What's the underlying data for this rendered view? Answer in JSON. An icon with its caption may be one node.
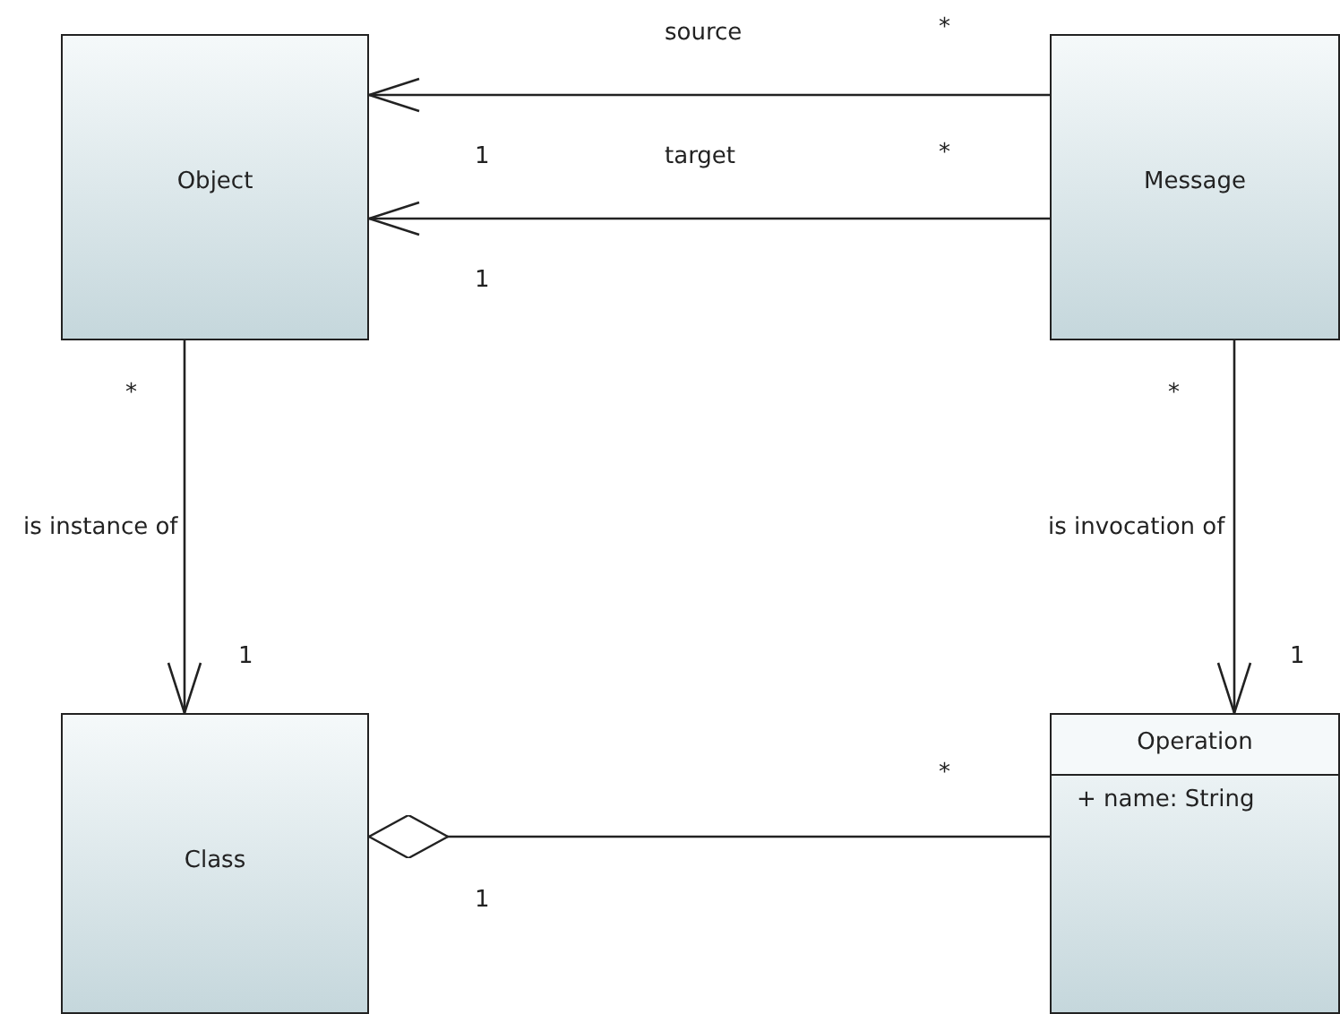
{
  "diagram": {
    "nodes": [
      {
        "text": [
          "Object"
        ]
      },
      {
        "text": [
          "Message"
        ]
      },
      {
        "text": [
          "Class"
        ]
      },
      {
        "text": [
          "Operation",
          "+ name: String"
        ]
      }
    ],
    "edges": [
      {
        "from": 1,
        "to": 0,
        "arrow": "to",
        "label": "source"
      },
      {
        "from": 1,
        "to": 0,
        "arrow": "to",
        "label": "target"
      },
      {
        "from": 0,
        "to": 2,
        "arrow": "to",
        "label": "is instance of"
      },
      {
        "from": 1,
        "to": 3,
        "arrow": "to",
        "label": "is invocation of"
      },
      {
        "from": 3,
        "to": 2,
        "arrow": "other"
      }
    ],
    "labels": [
      "*",
      "1",
      "*",
      "1",
      "*",
      "*",
      "1",
      "1",
      "*",
      "1"
    ]
  }
}
